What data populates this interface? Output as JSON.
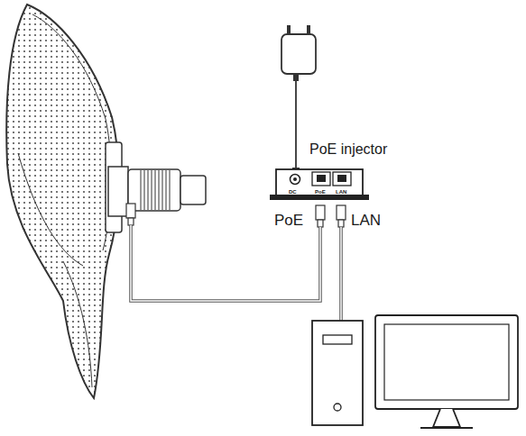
{
  "diagram": {
    "nodes": [
      {
        "text": [
          "PoE injector",
          "DC",
          "PoE",
          "LAN"
        ]
      }
    ],
    "labels": [
      "PoE",
      "LAN"
    ]
  }
}
